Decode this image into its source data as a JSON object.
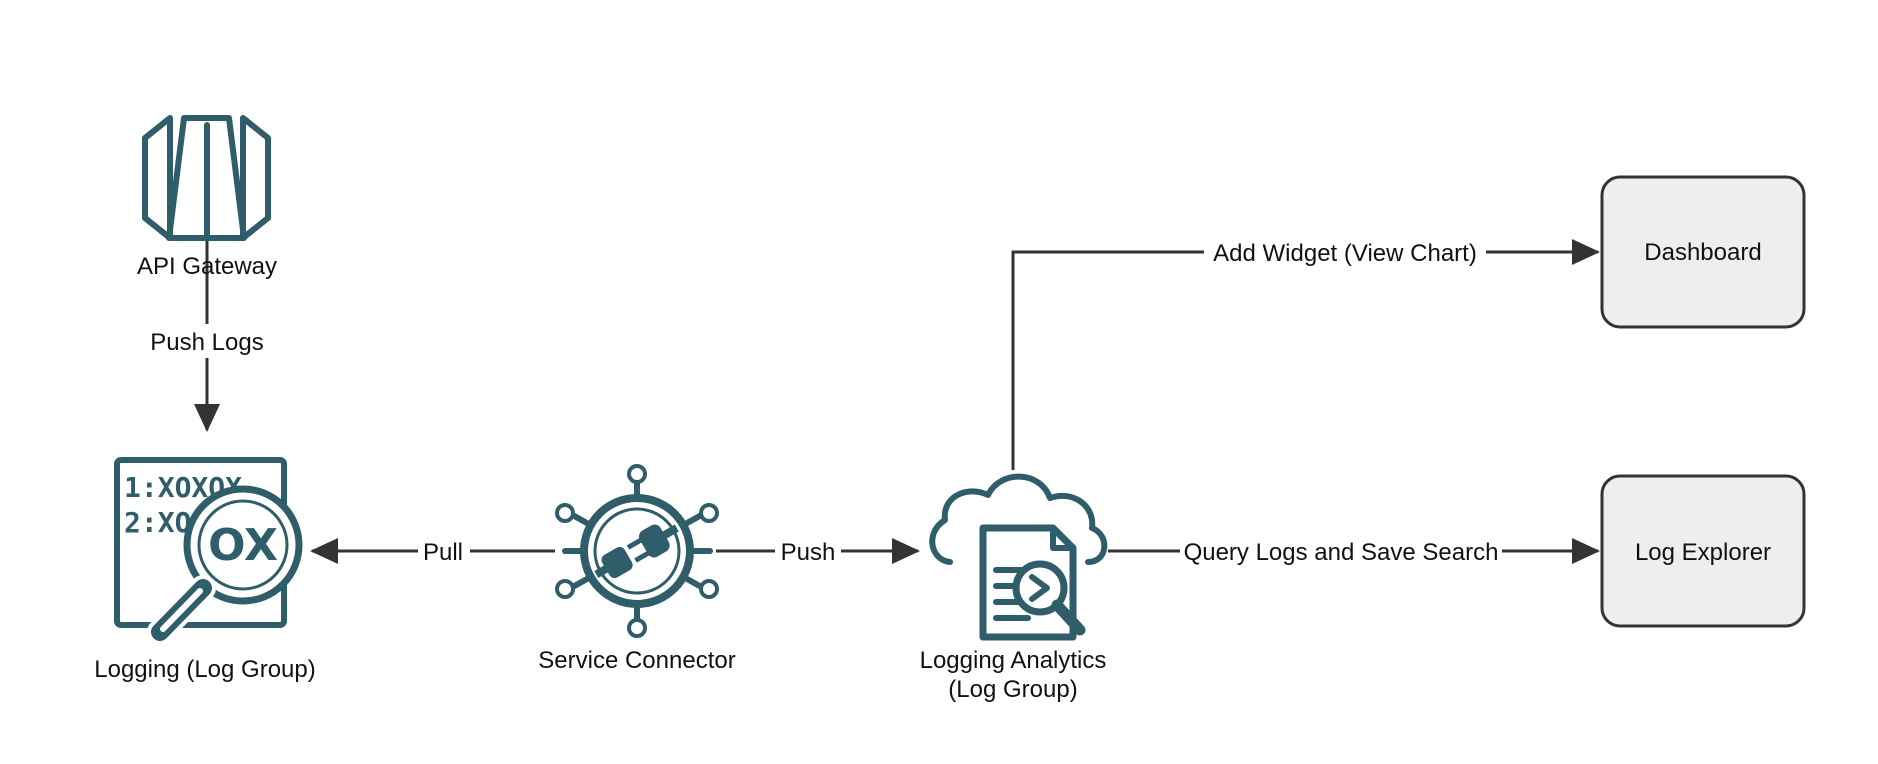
{
  "nodes": {
    "api_gateway": "API Gateway",
    "logging": "Logging (Log Group)",
    "service_connector": "Service Connector",
    "logging_analytics_line1": "Logging Analytics",
    "logging_analytics_line2": "(Log Group)",
    "dashboard": "Dashboard",
    "log_explorer": "Log Explorer"
  },
  "edges": {
    "push_logs": "Push Logs",
    "pull": "Pull",
    "push": "Push",
    "add_widget": "Add Widget (View Chart)",
    "query_logs": "Query Logs and Save Search"
  },
  "icons": {
    "logging_line1": "1:XOXOX",
    "logging_line2": "2:XO",
    "logging_magnifier": "OX"
  },
  "colors": {
    "icon": "#2f5d69",
    "edge": "#333333",
    "box_fill": "#eeeeee"
  }
}
